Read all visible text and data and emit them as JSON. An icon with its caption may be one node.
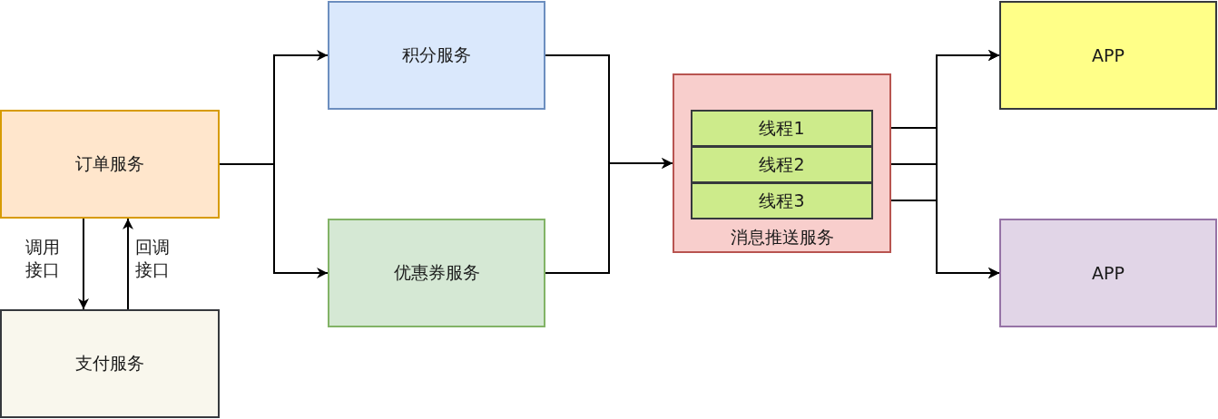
{
  "diagram": {
    "nodes": [
      {
        "text": [
          "订单服务"
        ]
      },
      {
        "text": [
          "支付服务"
        ]
      },
      {
        "text": [
          "积分服务"
        ]
      },
      {
        "text": [
          "优惠券服务"
        ]
      },
      {
        "text": [
          "消息推送服务"
        ]
      },
      {
        "text": [
          "线程1"
        ],
        "in": 4
      },
      {
        "text": [
          "线程2"
        ],
        "in": 4
      },
      {
        "text": [
          "线程3"
        ],
        "in": 4
      },
      {
        "text": [
          "APP"
        ]
      },
      {
        "text": [
          "APP"
        ]
      }
    ],
    "edges": [
      {
        "from": 0,
        "to": 2,
        "arrow": "to"
      },
      {
        "from": 0,
        "to": 3,
        "arrow": "to"
      },
      {
        "from": 0,
        "to": 1,
        "arrow": "to",
        "label": "调用接口"
      },
      {
        "from": 1,
        "to": 0,
        "arrow": "to",
        "label": "回调接口"
      },
      {
        "from": 2,
        "to": 4,
        "arrow": "to"
      },
      {
        "from": 3,
        "to": 4,
        "arrow": "to"
      },
      {
        "from": 5,
        "to": 8,
        "arrow": "to"
      },
      {
        "from": 5,
        "to": 9,
        "arrow": "to"
      },
      {
        "from": 6,
        "to": 8,
        "arrow": "to"
      },
      {
        "from": 6,
        "to": 9,
        "arrow": "to"
      },
      {
        "from": 7,
        "to": 8,
        "arrow": "to"
      },
      {
        "from": 7,
        "to": 9,
        "arrow": "to"
      }
    ]
  }
}
